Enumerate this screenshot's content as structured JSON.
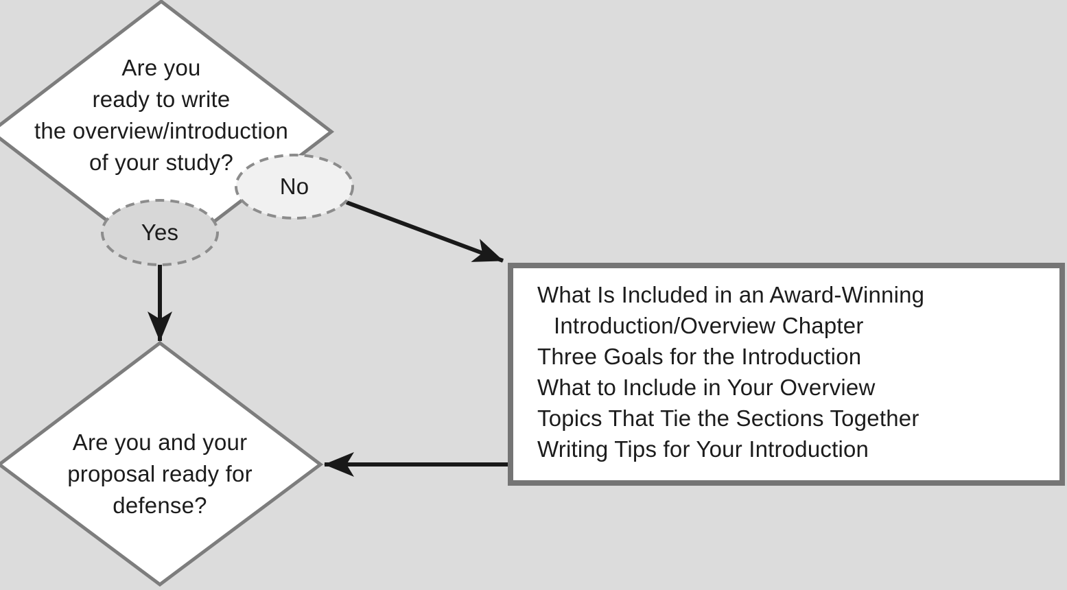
{
  "flowchart": {
    "start_decision": {
      "lines": [
        "Are you",
        "ready to write",
        "the overview/introduction",
        "of your study?"
      ]
    },
    "yes_label": "Yes",
    "no_label": "No",
    "topics_box": {
      "lines": [
        "What Is Included in an Award-Winning",
        "Introduction/Overview Chapter",
        "Three Goals for the Introduction",
        "What to Include in Your Overview",
        "Topics That Tie the Sections Together",
        "Writing Tips for Your Introduction"
      ]
    },
    "defense_decision": {
      "lines": [
        "Are you and your",
        "proposal ready for",
        "defense?"
      ]
    }
  },
  "colors": {
    "background": "#dcdcdc",
    "shape_fill": "#ffffff",
    "shape_border": "#7d7d7d",
    "box_border": "#757575",
    "yes_fill": "#d7d7d7",
    "no_fill": "#f1f1f1",
    "dashed_border": "#8c8c8c",
    "arrow": "#191919",
    "text": "#1c1c1c"
  }
}
